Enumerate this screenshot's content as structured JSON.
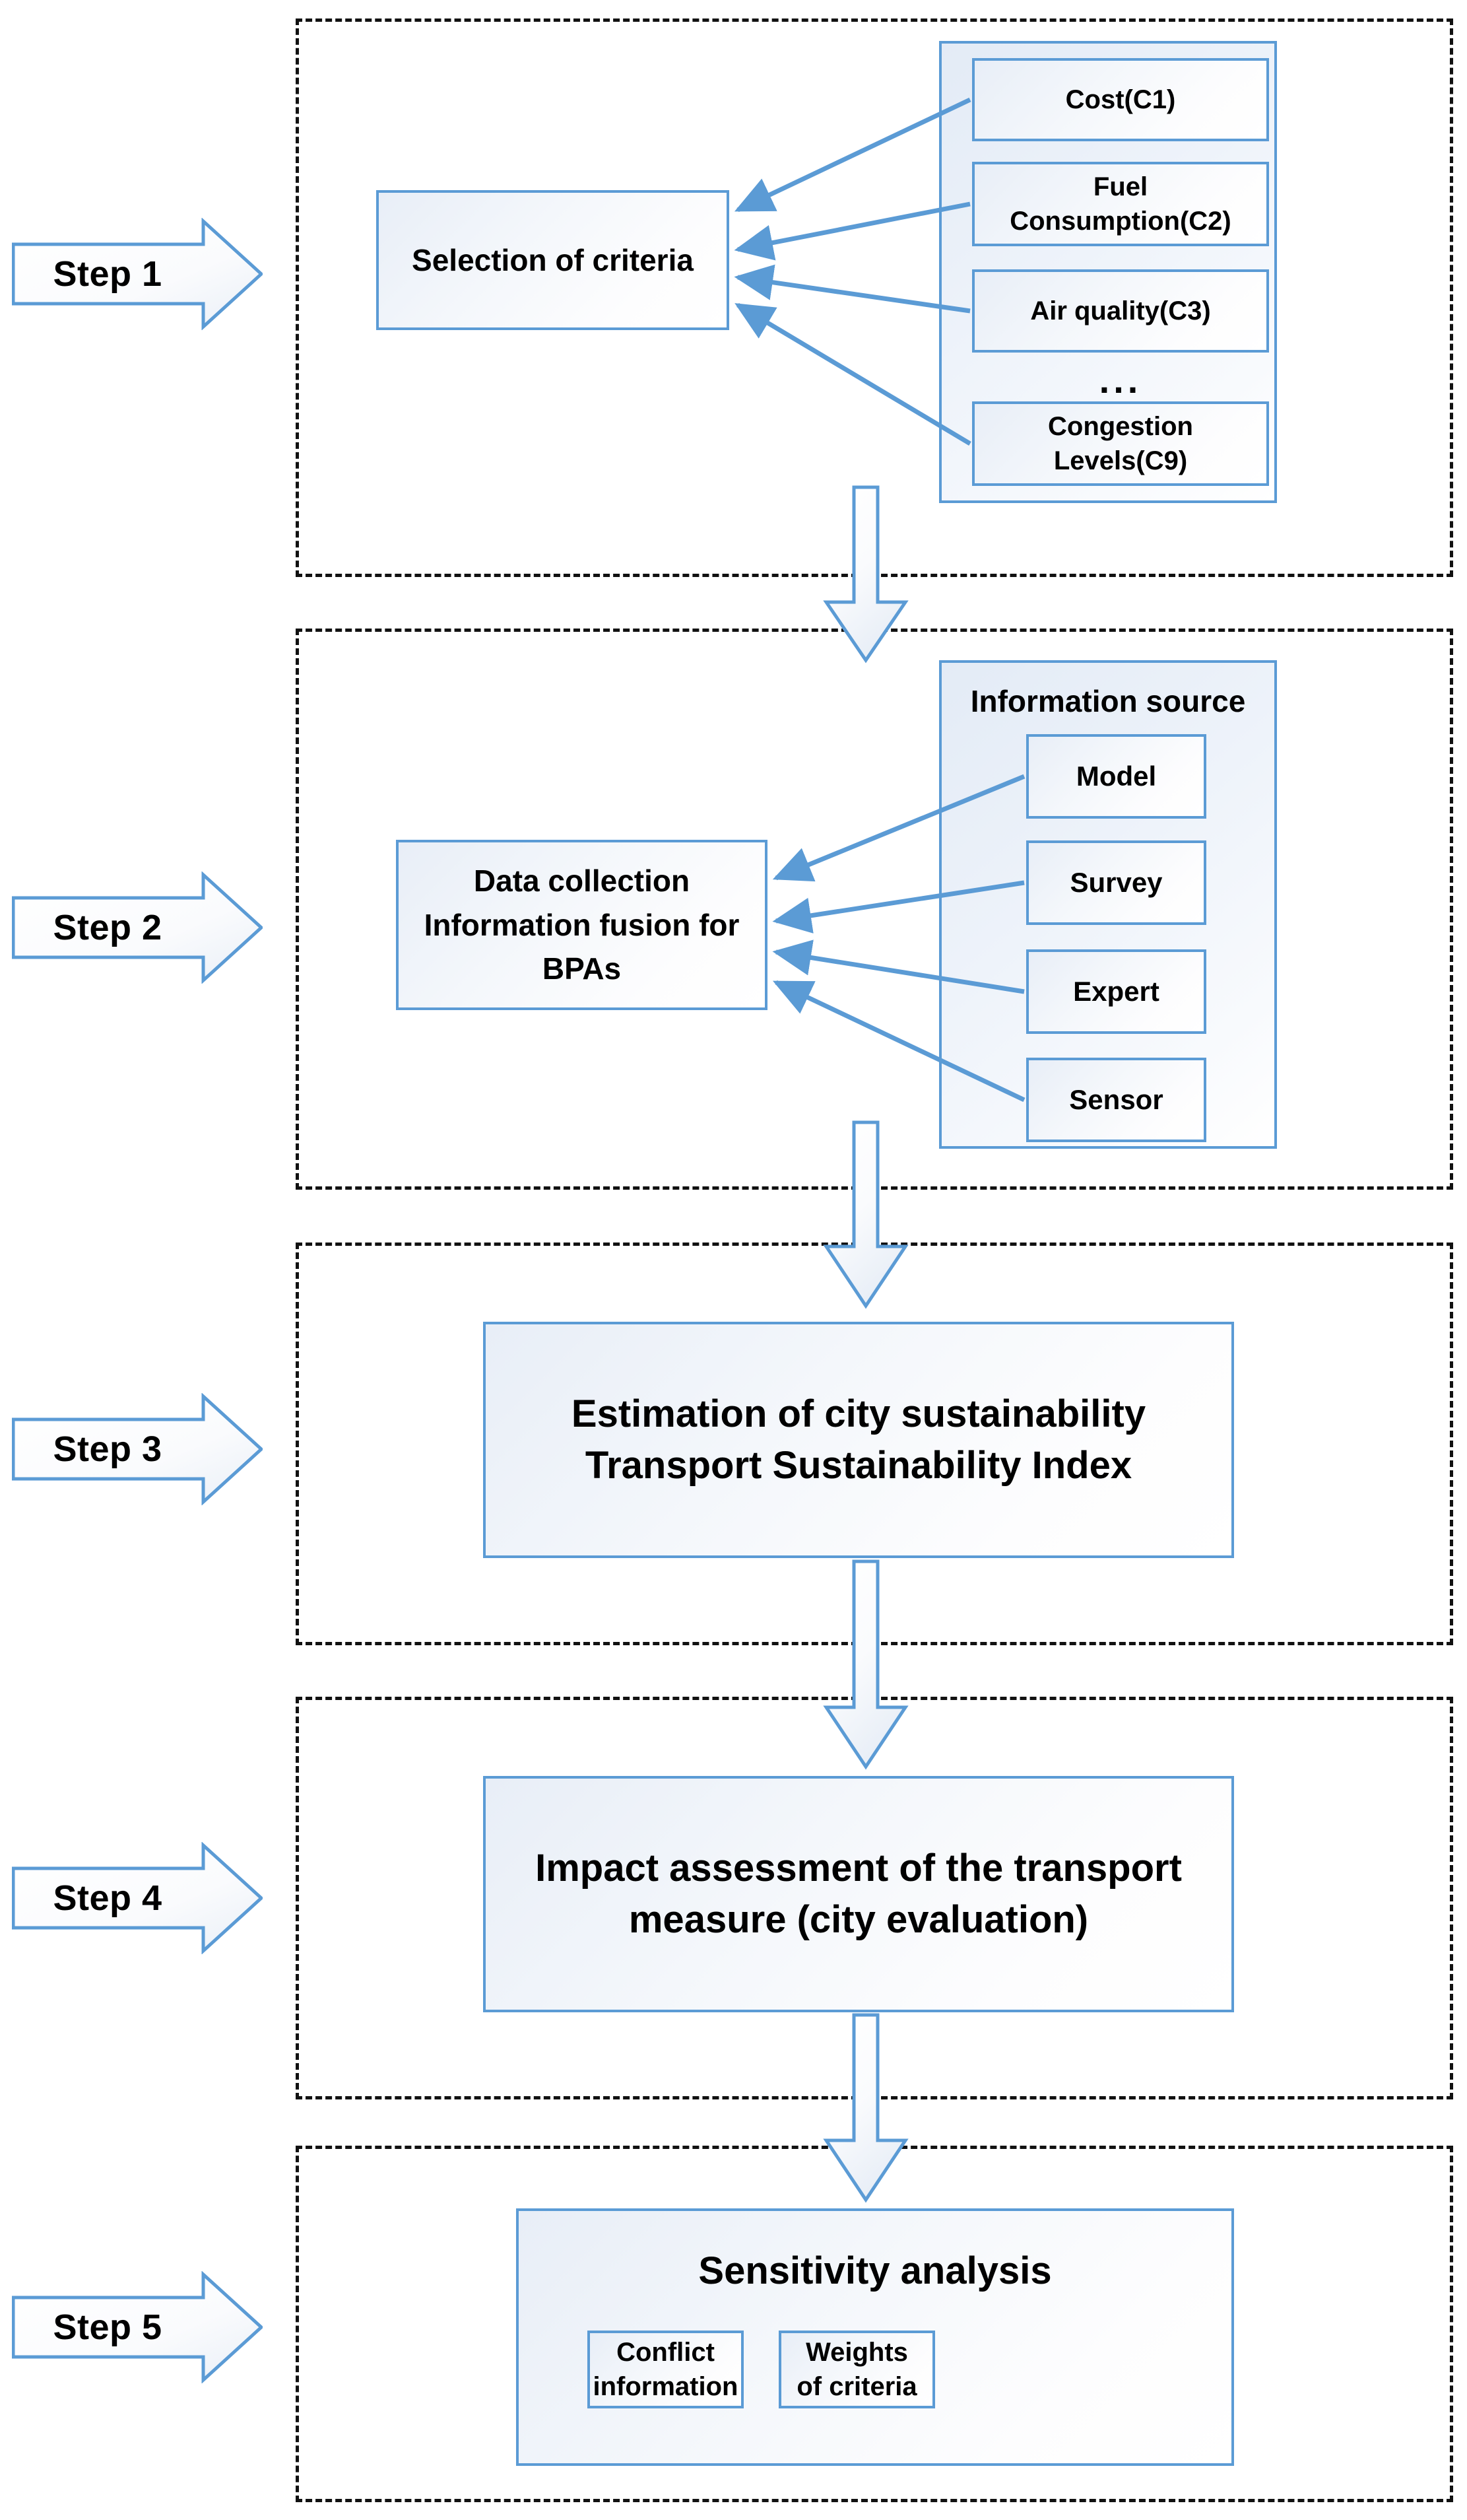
{
  "diagram": {
    "title": "Five-step transport sustainability assessment framework",
    "accent_color": "#5b9bd5",
    "box_fill": "#f2f6fb",
    "dashed_border_color": "#111111",
    "text_color": "#000000"
  },
  "steps": [
    {
      "label": "Step 1",
      "main_box": {
        "lines": [
          "Selection of criteria"
        ]
      },
      "panel": {
        "title": "",
        "items": [
          {
            "lines": [
              "Cost(C1)"
            ]
          },
          {
            "lines": [
              "Fuel",
              "Consumption(C2)"
            ]
          },
          {
            "lines": [
              "Air quality(C3)"
            ]
          },
          {
            "lines": [
              "Congestion",
              "Levels(C9)"
            ]
          }
        ],
        "ellipsis": "..."
      }
    },
    {
      "label": "Step 2",
      "main_box": {
        "lines": [
          "Data collection",
          "Information fusion for",
          "BPAs"
        ]
      },
      "panel": {
        "title": "Information source",
        "items": [
          {
            "lines": [
              "Model"
            ]
          },
          {
            "lines": [
              "Survey"
            ]
          },
          {
            "lines": [
              "Expert"
            ]
          },
          {
            "lines": [
              "Sensor"
            ]
          }
        ],
        "ellipsis": ""
      }
    },
    {
      "label": "Step 3",
      "main_box": {
        "lines": [
          "Estimation of city sustainability",
          "Transport Sustainability Index"
        ]
      }
    },
    {
      "label": "Step 4",
      "main_box": {
        "lines": [
          "Impact assessment of the transport",
          "measure (city evaluation)"
        ]
      }
    },
    {
      "label": "Step 5",
      "main_box": {
        "lines": [
          "Sensitivity analysis"
        ]
      },
      "sub_boxes": [
        {
          "lines": [
            "Conflict",
            "information"
          ]
        },
        {
          "lines": [
            "Weights",
            "of  criteria"
          ]
        }
      ]
    }
  ]
}
